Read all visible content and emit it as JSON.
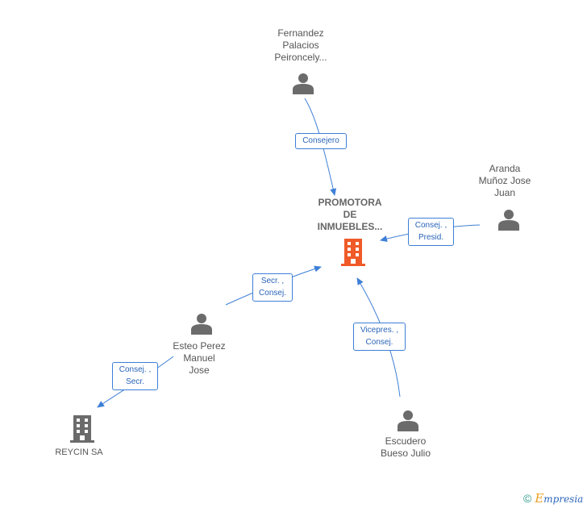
{
  "center": {
    "lines": [
      "PROMOTORA",
      "DE",
      "INMUEBLES..."
    ],
    "color": "#f05a28"
  },
  "people": [
    {
      "id": "fernandez",
      "lines": [
        "Fernandez",
        "Palacios",
        "Peironcely..."
      ],
      "icon": "person-icon"
    },
    {
      "id": "aranda",
      "lines": [
        "Aranda",
        "Muñoz Jose",
        "Juan"
      ],
      "icon": "person-icon"
    },
    {
      "id": "esteo",
      "lines": [
        "Esteo Perez",
        "Manuel",
        "Jose"
      ],
      "icon": "person-icon"
    },
    {
      "id": "escudero",
      "lines": [
        "Escudero",
        "Bueso Julio"
      ],
      "icon": "person-icon"
    }
  ],
  "companies": [
    {
      "id": "reycin",
      "label": "REYCIN SA",
      "icon": "building-icon"
    }
  ],
  "edges": [
    {
      "id": "fernandez-center",
      "lines": [
        "Consejero"
      ]
    },
    {
      "id": "aranda-center",
      "lines": [
        "Consej. ,",
        "Presid."
      ]
    },
    {
      "id": "esteo-center",
      "lines": [
        "Secr. ,",
        "Consej."
      ]
    },
    {
      "id": "escudero-center",
      "lines": [
        "Vicepres. ,",
        "Consej."
      ]
    },
    {
      "id": "esteo-reycin",
      "lines": [
        "Consej. ,",
        "Secr."
      ]
    }
  ],
  "footer": {
    "copyright": "©",
    "brand_first": "E",
    "brand_rest": "mpresia"
  },
  "colors": {
    "edge": "#3d7fd6",
    "icon": "#6b6b6b",
    "accent": "#f05a28"
  }
}
